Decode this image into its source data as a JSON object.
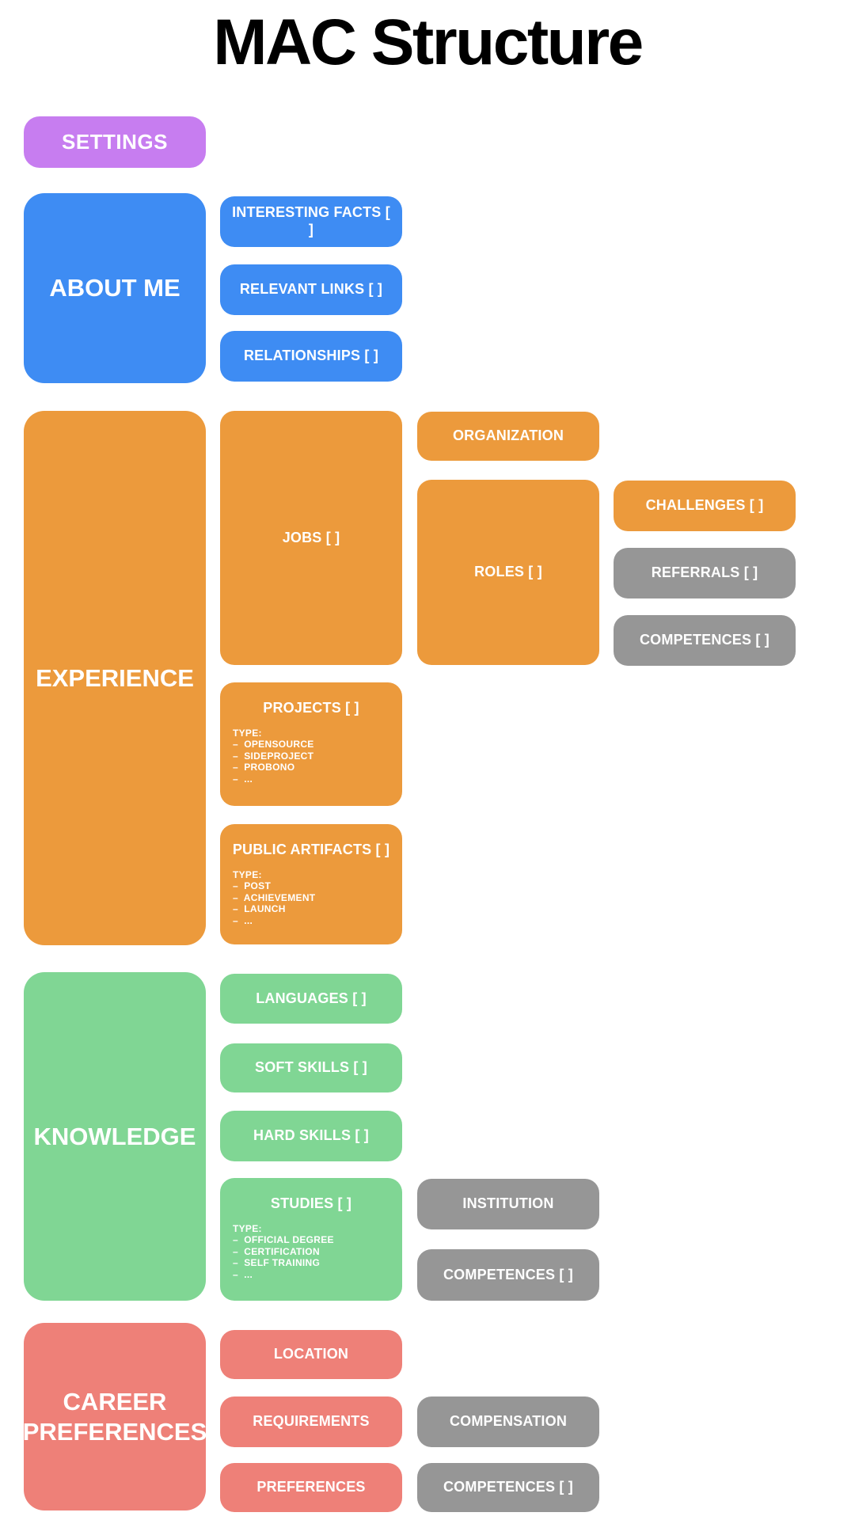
{
  "title": "MAC Structure",
  "colors": {
    "purple": "#c77df0",
    "blue": "#3e8cf3",
    "orange": "#ec9a3c",
    "green": "#80d694",
    "salmon": "#ee8078",
    "gray": "#969696",
    "text": "#ffffff",
    "background": "#ffffff",
    "title_color": "#000000"
  },
  "settings": {
    "label": "SETTINGS"
  },
  "about_me": {
    "label": "ABOUT ME",
    "interesting_facts": "INTERESTING FACTS [ ]",
    "relevant_links": "RELEVANT LINKS [ ]",
    "relationships": "RELATIONSHIPS [ ]"
  },
  "experience": {
    "label": "EXPERIENCE",
    "jobs": {
      "label": "JOBS [ ]",
      "organization": "ORGANIZATION",
      "roles": {
        "label": "ROLES [ ]",
        "challenges": "CHALLENGES [ ]",
        "referrals": "REFERRALS [ ]",
        "competences": "COMPETENCES [ ]"
      }
    },
    "projects": {
      "label": "PROJECTS [ ]",
      "lines": [
        "TYPE:",
        "–  OPENSOURCE",
        "–  SIDEPROJECT",
        "–  PROBONO",
        "–  ..."
      ]
    },
    "public_artifacts": {
      "label": "PUBLIC ARTIFACTS [ ]",
      "lines": [
        "TYPE:",
        "–  POST",
        "–  ACHIEVEMENT",
        "–  LAUNCH",
        "–  ..."
      ]
    }
  },
  "knowledge": {
    "label": "KNOWLEDGE",
    "languages": "LANGUAGES [ ]",
    "soft_skills": "SOFT SKILLS [ ]",
    "hard_skills": "HARD SKILLS [ ]",
    "studies": {
      "label": "STUDIES [ ]",
      "lines": [
        "TYPE:",
        "–  OFFICIAL DEGREE",
        "–  CERTIFICATION",
        "–  SELF TRAINING",
        "–  ..."
      ],
      "institution": "INSTITUTION",
      "competences": "COMPETENCES [ ]"
    }
  },
  "career_preferences": {
    "label": "CAREER PREFERENCES",
    "location": "LOCATION",
    "requirements": {
      "label": "REQUIREMENTS",
      "compensation": "COMPENSATION",
      "competences": "COMPETENCES [ ]"
    },
    "preferences": "PREFERENCES"
  }
}
